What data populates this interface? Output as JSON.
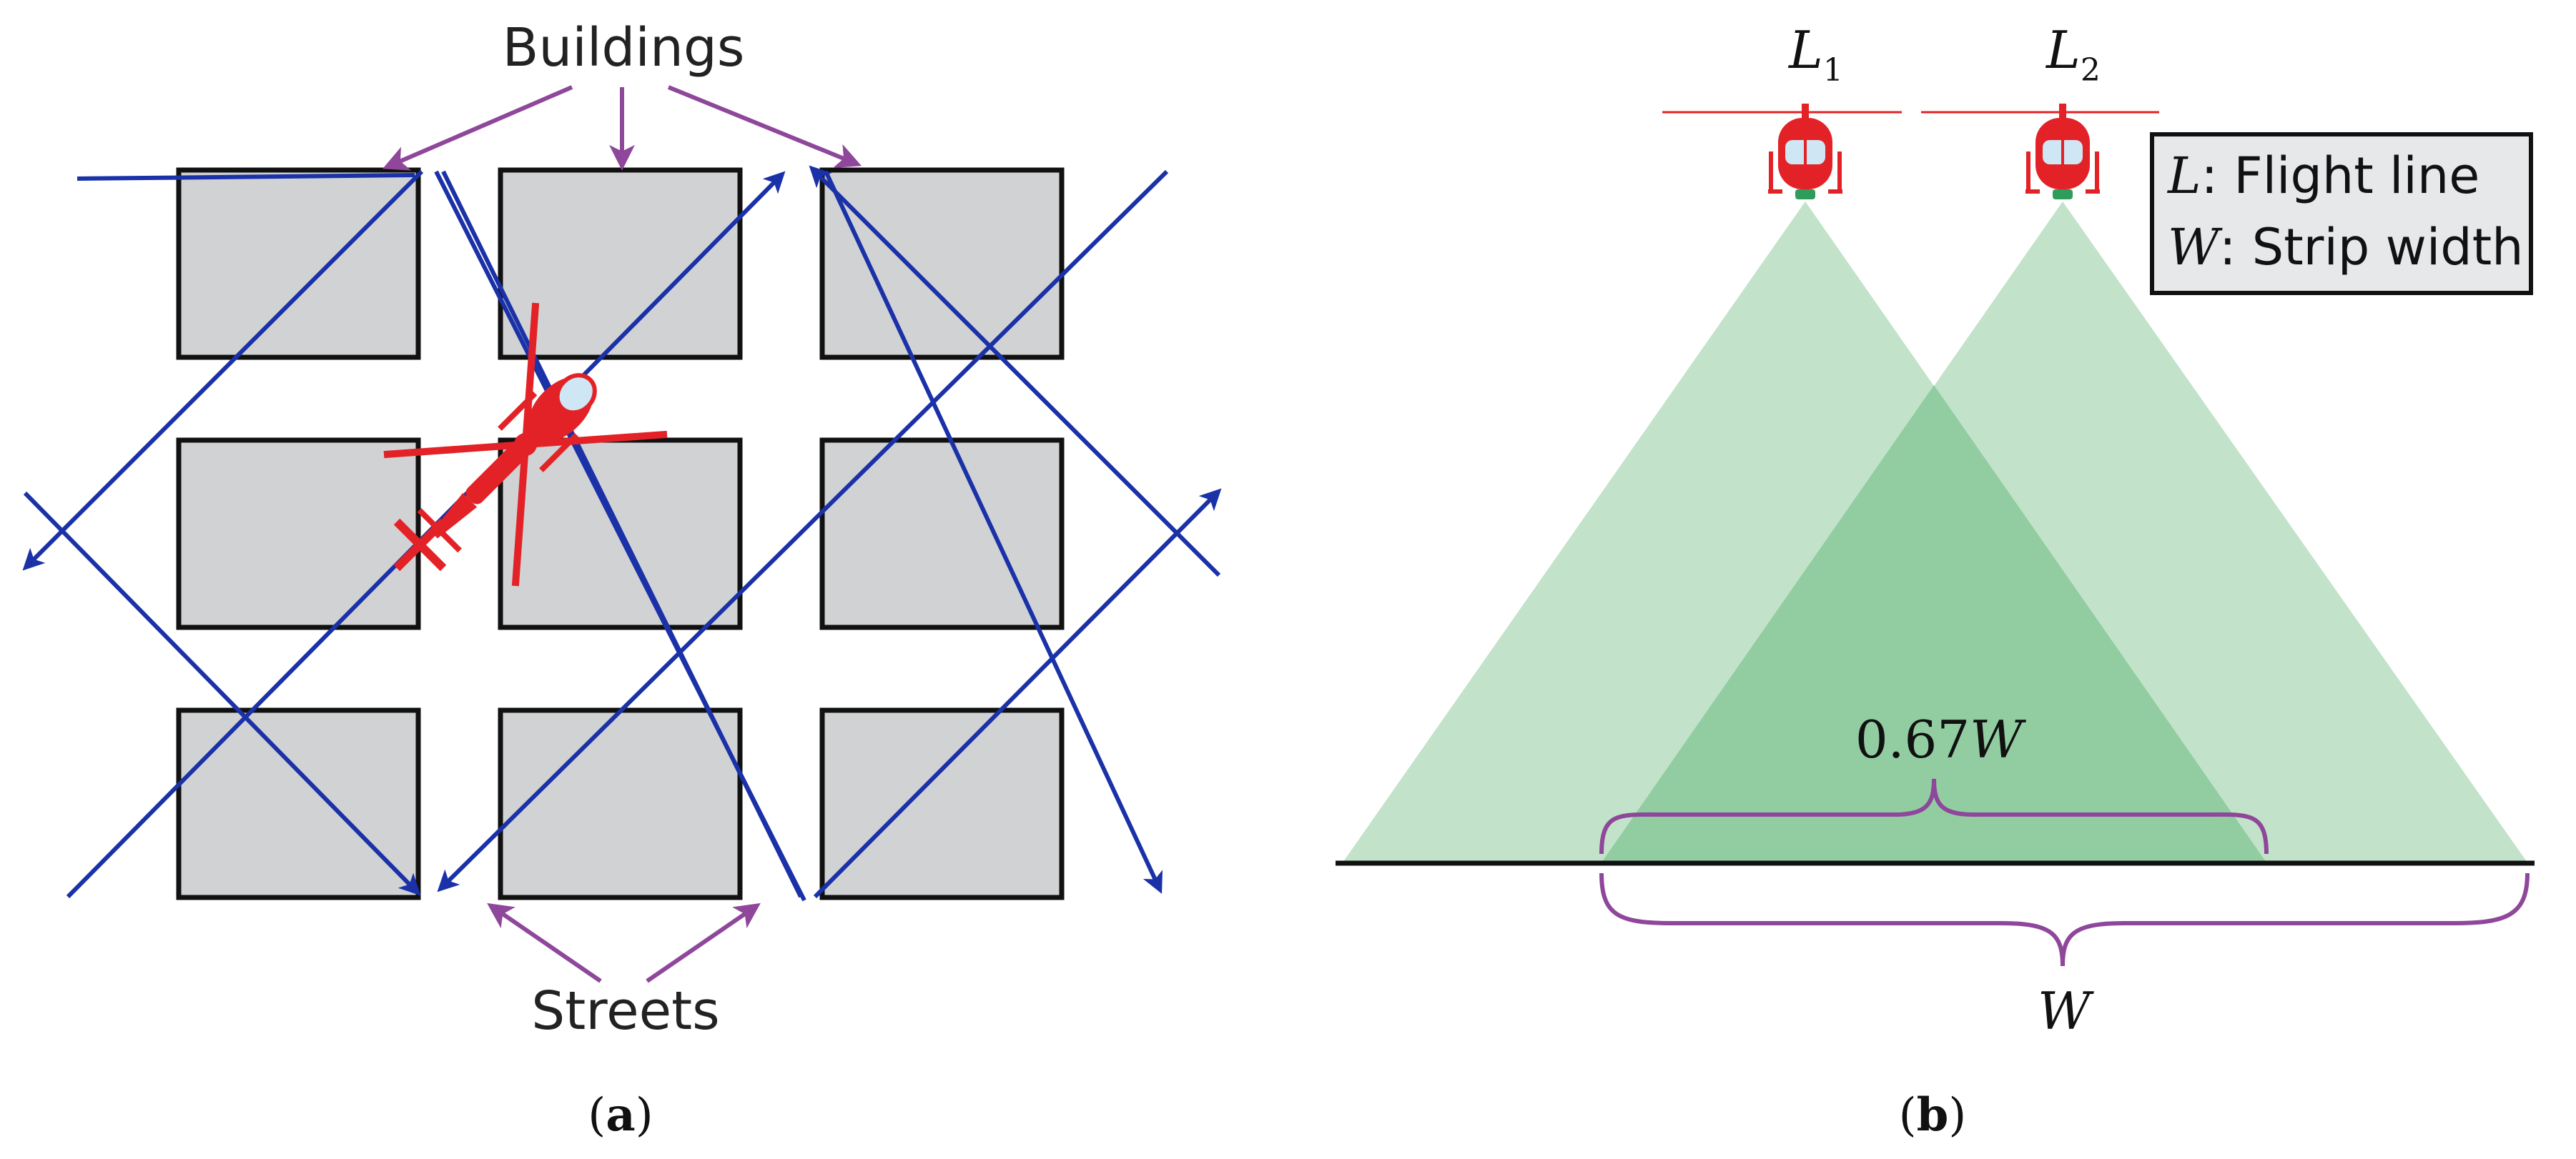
{
  "panel_a": {
    "buildings_label": "Buildings",
    "streets_label": "Streets",
    "caption_open": "(",
    "caption_letter": "a",
    "caption_close": ")"
  },
  "panel_b": {
    "flight_line_1": {
      "base": "L",
      "sub": "1"
    },
    "flight_line_2": {
      "base": "L",
      "sub": "2"
    },
    "legend": {
      "line1_symbol": "L",
      "line1_text": ":  Flight line",
      "line2_symbol": "W",
      "line2_text": ": Strip width"
    },
    "overlap_label_number": "0.67",
    "overlap_label_symbol": "W",
    "width_label": "W",
    "caption_open": "(",
    "caption_letter": "b",
    "caption_close": ")"
  },
  "colors": {
    "building_fill": "#d1d2d4",
    "flight_path": "#1a31a8",
    "annotation": "#8e479a",
    "helicopter": "#e32227",
    "coverage": "#c2e3c9",
    "coverage_overlap": "#92cda2"
  },
  "icons": {
    "helicopter_top": "helicopter-top-view-icon",
    "helicopter_front": "helicopter-front-view-icon",
    "start_marker": "x-mark-icon"
  }
}
